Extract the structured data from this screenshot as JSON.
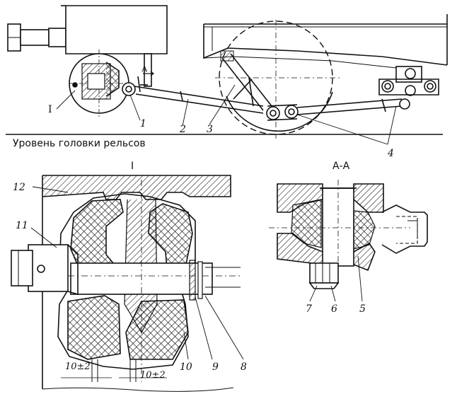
{
  "caption": "Уровень головки рельсов",
  "views": {
    "detail": "I",
    "section": "А-А"
  },
  "callouts": {
    "I": "I",
    "A": "А",
    "1": "1",
    "2": "2",
    "3": "3",
    "4": "4",
    "5": "5",
    "6": "6",
    "7": "7",
    "8": "8",
    "9": "9",
    "10": "10",
    "11": "11",
    "12": "12"
  },
  "dimensions": {
    "left": "10±2",
    "right": "10±2"
  }
}
